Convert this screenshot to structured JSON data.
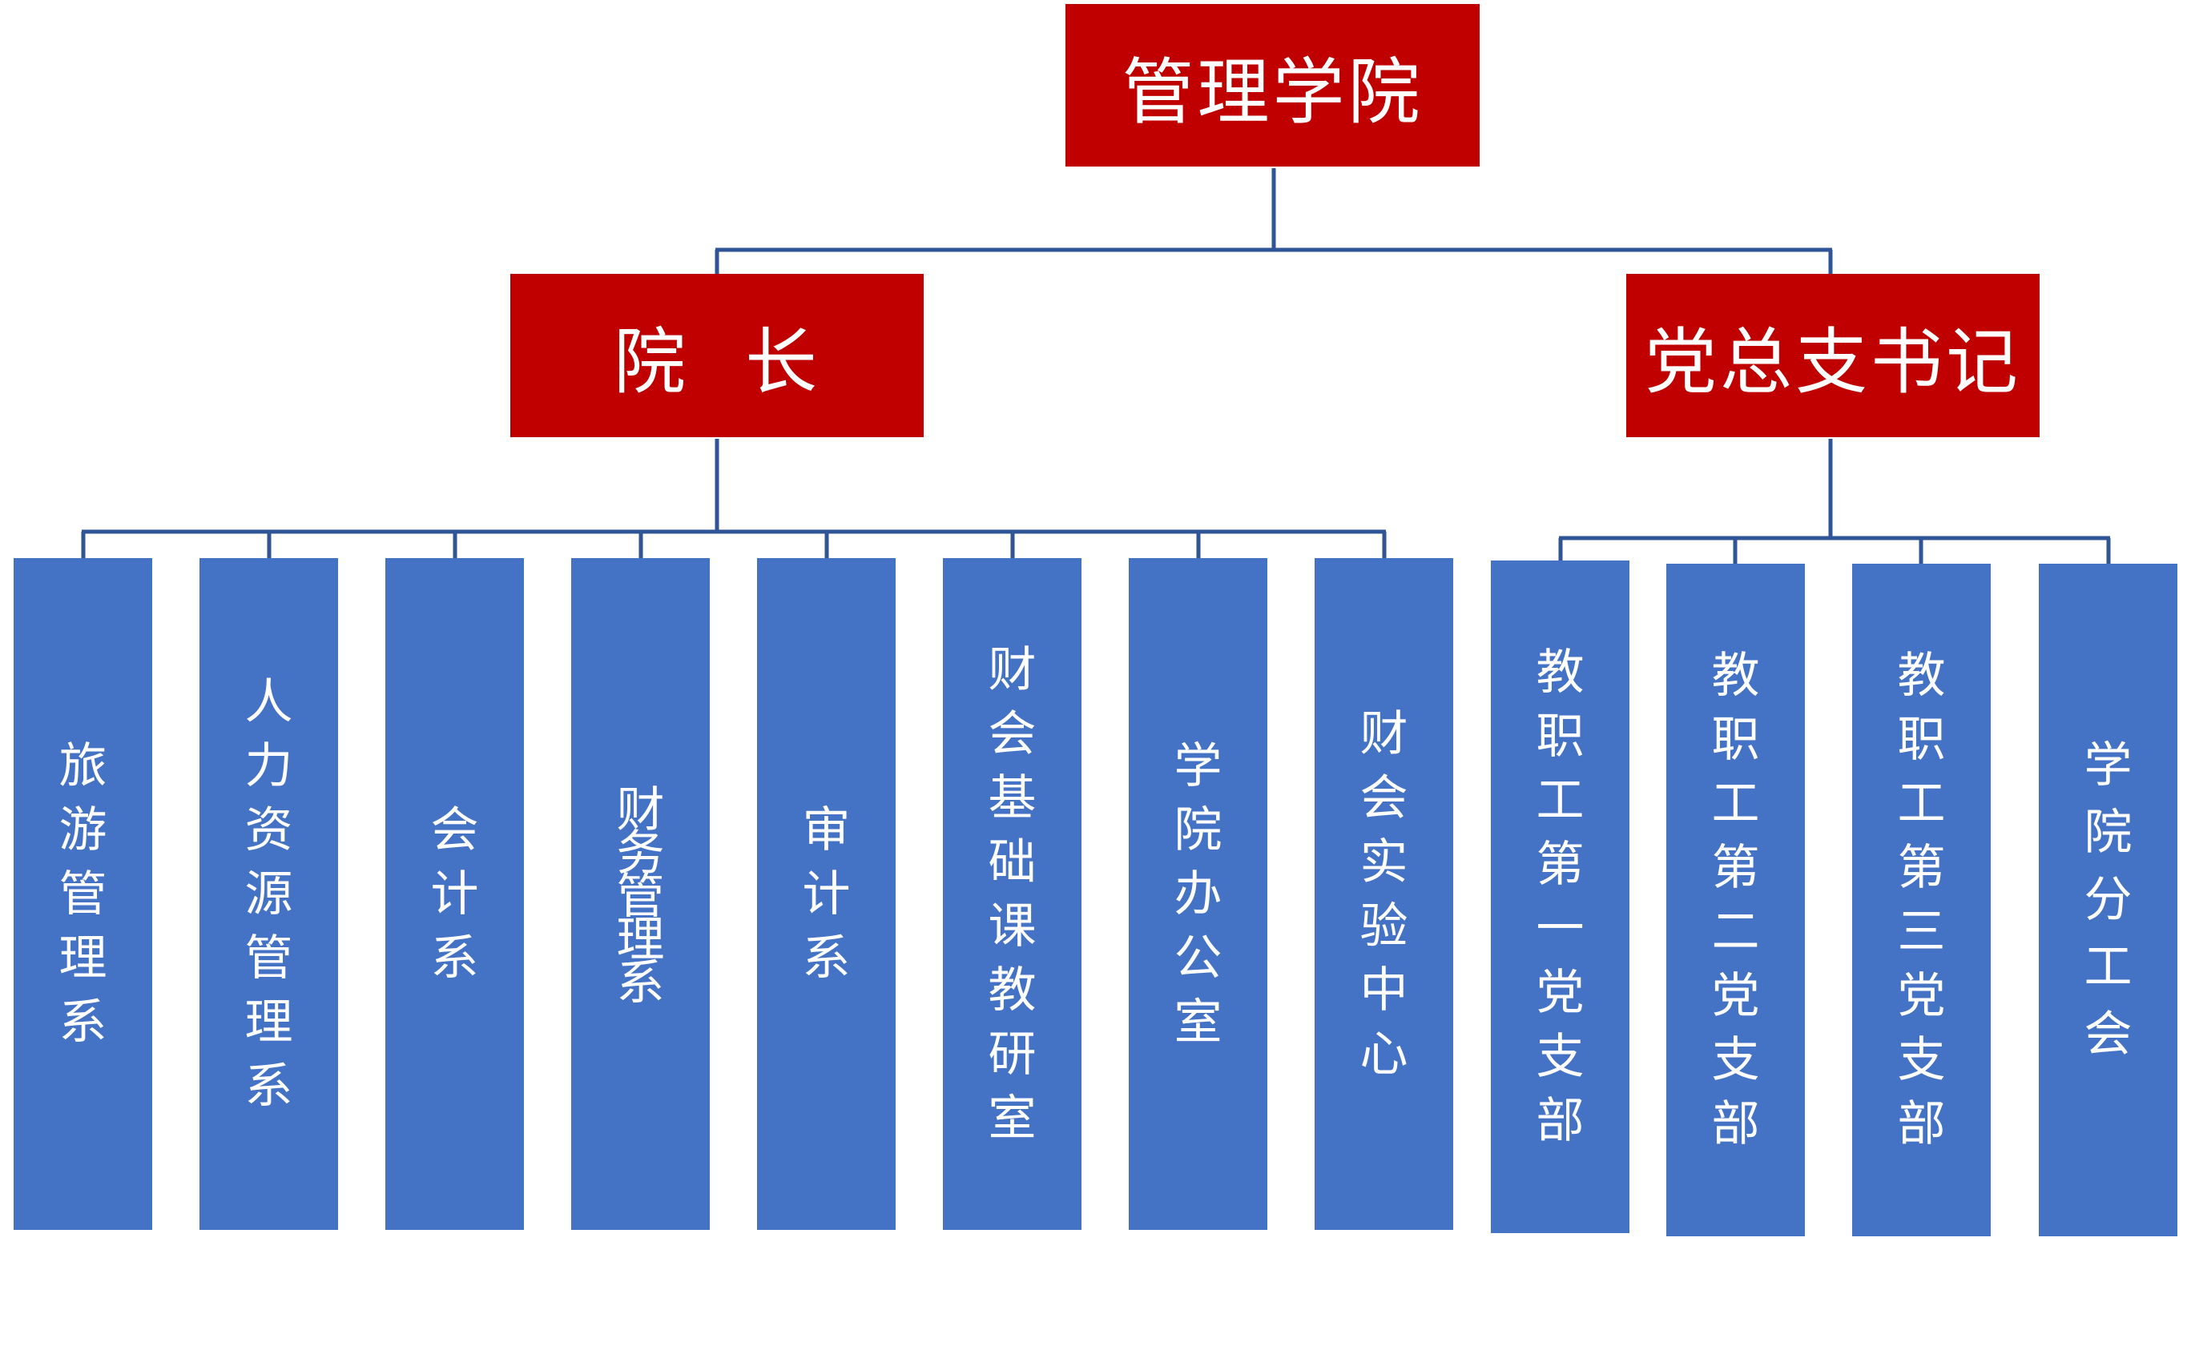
{
  "root": {
    "label": "管理学院"
  },
  "dean": {
    "label_left": "院",
    "label_right": "长"
  },
  "party_secretary": {
    "label": "党总支书记"
  },
  "dean_units": [
    {
      "label": "旅游管理系"
    },
    {
      "label": "人力资源管理系"
    },
    {
      "label": "会计系"
    },
    {
      "label": "财务管理系"
    },
    {
      "label": "审计系"
    },
    {
      "label": "财会基础课教研室"
    },
    {
      "label": "学院办公室"
    },
    {
      "label": "财会实验中心"
    }
  ],
  "party_units": [
    {
      "label": "教职工第一党支部"
    },
    {
      "label": "教职工第二党支部"
    },
    {
      "label": "教职工第三党支部"
    },
    {
      "label": "学院分工会"
    }
  ],
  "colors": {
    "leader_fill": "#c00000",
    "unit_fill": "#4472c4",
    "connector": "#2f5597"
  }
}
